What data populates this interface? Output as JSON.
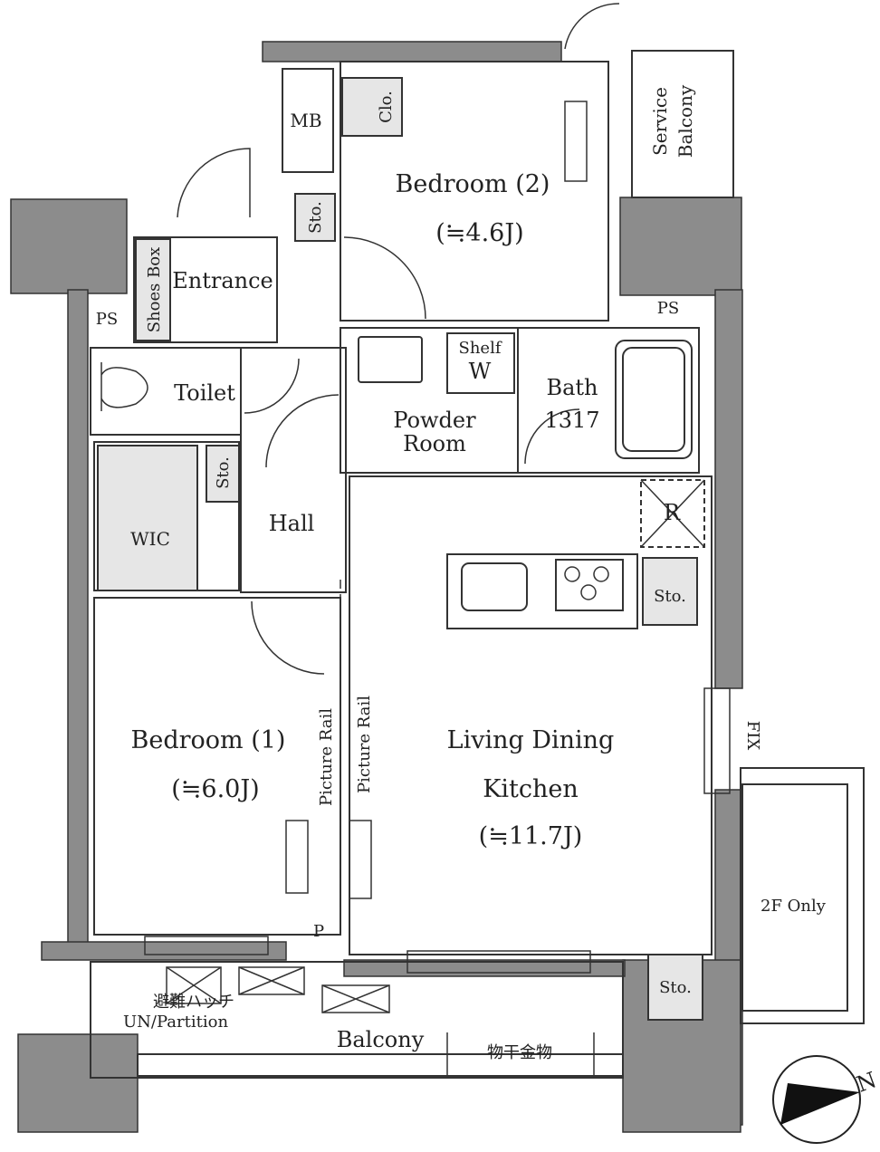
{
  "floorplan": {
    "rooms": {
      "bedroom2_name": "Bedroom (2)",
      "bedroom2_size": "(≒4.6J)",
      "bedroom1_name": "Bedroom (1)",
      "bedroom1_size": "(≒6.0J)",
      "ldk_line1": "Living Dining",
      "ldk_line2": "Kitchen",
      "ldk_size": "(≒11.7J)",
      "entrance": "Entrance",
      "toilet": "Toilet",
      "wic": "WIC",
      "hall": "Hall",
      "powder_line1": "Powder",
      "powder_line2": "Room",
      "bath_line1": "Bath",
      "bath_line2": "1317",
      "balcony": "Balcony",
      "service_balcony_line1": "Service",
      "service_balcony_line2": "Balcony",
      "two_f_only": "2F Only"
    },
    "fixtures": {
      "mb": "MB",
      "clo": "Clo.",
      "sto": "Sto.",
      "shoes_box": "Shoes Box",
      "ps": "PS",
      "shelf": "Shelf",
      "w": "W",
      "r": "R",
      "p": "P",
      "picture_rail": "Picture Rail",
      "fix": "FIX",
      "un_partition": "UN/Partition",
      "emergency_hatch": "避難ハッチ",
      "drying_hardware": "物干金物"
    },
    "compass": {
      "north": "N"
    }
  }
}
